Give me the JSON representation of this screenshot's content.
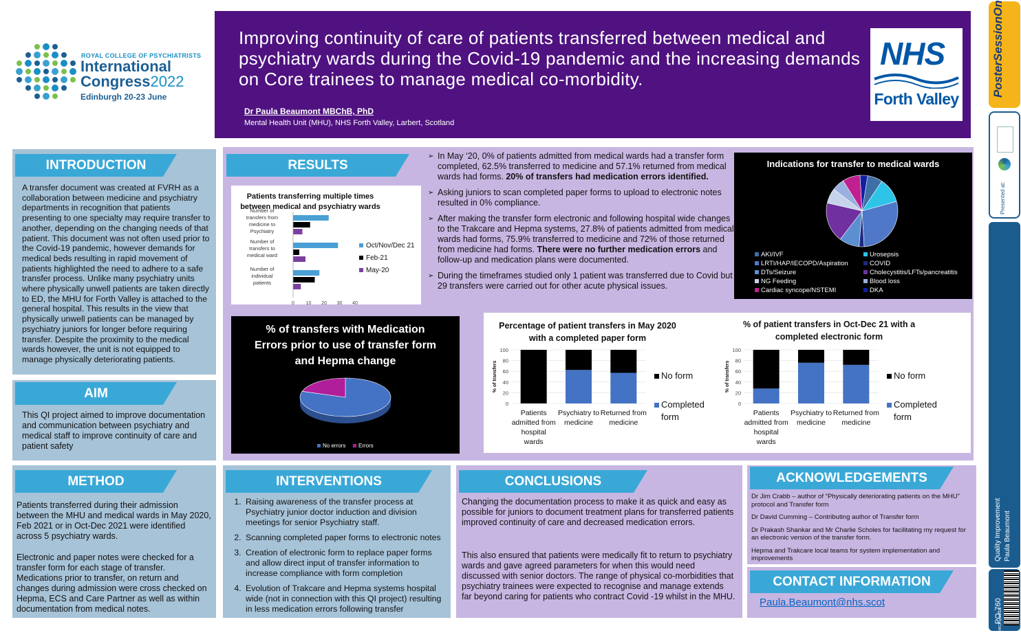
{
  "header": {
    "congress": {
      "org": "ROYAL COLLEGE OF PSYCHIATRISTS",
      "name_line1": "International",
      "name_line2": "Congress",
      "year": "2022",
      "place": "Edinburgh 20-23 June"
    },
    "title": "Improving continuity of care of patients transferred between medical and psychiatry wards during the Covid-19 pandemic and the increasing demands on Core trainees to manage medical co-morbidity.",
    "author": "Dr Paula Beaumont MBChB, PhD",
    "affiliation": "Mental Health Unit (MHU), NHS Forth Valley, Larbert, Scotland",
    "nhs_logo": {
      "nhs": "NHS",
      "region": "Forth Valley"
    }
  },
  "sidebar": {
    "brand": "PosterSessionOnline",
    "presented_at": "Presented at:",
    "category": "Quality Improvement",
    "author": "Paula Beaumont",
    "poster_code": "PO-760",
    "small_code": "#RCPsych2022"
  },
  "introduction": {
    "heading": "INTRODUCTION",
    "text": "A transfer document was created at FVRH as a collaboration between medicine and psychiatry departments in recognition that patients presenting to one specialty may require transfer to another, depending on the changing needs of that patient. This document was not often used prior to the Covid-19 pandemic, however demands for medical beds resulting in rapid movement of patients highlighted the need to adhere to a safe transfer process. Unlike many psychiatry units where physically unwell patients are taken directly to ED, the MHU for Forth Valley is attached to the general hospital. This results in the view that physically unwell patients can be managed by psychiatry juniors for longer before requiring transfer. Despite the proximity to the medical wards however, the unit is not equipped to manage physically deteriorating patients."
  },
  "aim": {
    "heading": "AIM",
    "text": "This QI project aimed to improve documentation and communication between psychiatry and medical staff to improve continuity of care and patient safety"
  },
  "method": {
    "heading": "METHOD",
    "para1": "Patients transferred during their admission between the MHU and medical wards in May 2020, Feb 2021 or in Oct-Dec 2021 were identified across 5 psychiatry wards.",
    "para2": "Electronic and paper notes were checked for a transfer form for each stage of transfer. Medications prior to transfer, on return and changes during admission were cross checked on Hepma, ECS and Care Partner as well as within documentation from medical notes."
  },
  "results": {
    "heading": "RESULTS",
    "bullets": [
      {
        "text": "In May ‘20, 0% of patients admitted from medical wards had a transfer form completed, 62.5% transferred to medicine and 57.1% returned from medical wards had forms. ",
        "bold": "20% of transfers had medication errors identified.",
        "after": ""
      },
      {
        "text": "Asking juniors to scan completed paper forms to upload to electronic notes resulted in 0% compliance.",
        "bold": "",
        "after": ""
      },
      {
        "text": "After making the transfer form electronic and following hospital wide changes to the Trakcare and Hepma systems, 27.8% of patients admitted from medical wards had forms, 75.9% transferred to medicine and 72% of those returned from medicine had forms. ",
        "bold": "There were no further medication errors",
        "after": " and follow-up and medication plans were documented."
      },
      {
        "text": "During the timeframes studied only 1 patient was transferred due to Covid but 29 transfers were carried out for other acute physical issues.",
        "bold": "",
        "after": ""
      }
    ]
  },
  "interventions": {
    "heading": "INTERVENTIONS",
    "items": [
      "Raising awareness of the transfer process at Psychiatry junior doctor induction and division meetings for senior Psychiatry staff.",
      "Scanning completed paper forms to electronic notes",
      "Creation of electronic form to replace paper forms and allow direct input of transfer information to increase compliance with form completion",
      "Evolution of Trakcare and Hepma systems hospital wide (not in connection with this QI project) resulting in less medication errors following transfer"
    ]
  },
  "conclusions": {
    "heading": "CONCLUSIONS",
    "para1": "Changing the documentation process to make it as quick and easy as possible for juniors to document treatment plans for transferred patients improved continuity of care and decreased medication errors.",
    "para2": "This also ensured that patients were medically fit to return to psychiatry wards and gave agreed parameters for when this would need discussed with senior doctors.  The range of physical co-morbidities that psychiatry trainees were expected to recognise and manage extends far beyond caring for patients who contract Covid -19 whilst in the MHU."
  },
  "acknowledgements": {
    "heading": "ACKNOWLEDGEMENTS",
    "items": [
      "Dr Jim Crabb – author of “Physically deteriorating patients on the MHU” protocol and Transfer form",
      "Dr David Cumming – Contributing author of Transfer form",
      "Dr Prakash Shankar and Mr Charlie Scholes for facilitating my request for an electronic version of the transfer form.",
      "Hepma and Trakcare local teams for system implementation and improvements"
    ]
  },
  "contact": {
    "heading": "CONTACT INFORMATION",
    "email": "Paula.Beaumont@nhs.scot",
    "trailing": "."
  },
  "chart_data": [
    {
      "type": "bar",
      "orientation": "horizontal",
      "title": "Patients transferring multiple times between medical and psychiatry wards",
      "categories": [
        "Number of transfers from medicine to Psychiatry",
        "Number of transfers to medical ward",
        "Number of individual patients"
      ],
      "series": [
        {
          "name": "Oct/Nov/Dec 21",
          "color": "#4a9fd5",
          "values": [
            23,
            29,
            17
          ]
        },
        {
          "name": "Feb-21",
          "color": "#000000",
          "values": [
            11,
            4,
            14
          ]
        },
        {
          "name": "May-20",
          "color": "#7b3fa0",
          "values": [
            6,
            8,
            5
          ]
        }
      ],
      "xticks": [
        0,
        10,
        20,
        30,
        40
      ],
      "xlim": [
        0,
        40
      ]
    },
    {
      "type": "pie",
      "title": "% of transfers with Medication Errors prior to use of transfer form and  Hepma change",
      "categories": [
        "No errors",
        "Errors"
      ],
      "values": [
        80,
        20
      ],
      "colors": [
        "#4472c4",
        "#b01e9a"
      ]
    },
    {
      "type": "pie",
      "title": "Indications for transfer to medical wards",
      "categories": [
        "AKI/IVF",
        "Urosepsis",
        "LRTI/HAP/IECOPD/Aspiration",
        "COVID",
        "DTs/Seizure",
        "Cholecystitis/LFTs/pancreatitis",
        "NG Feeding",
        "Blood loss",
        "Cardiac syncope/NSTEMI",
        "DKA"
      ],
      "values": [
        6,
        10,
        25,
        2,
        8,
        16,
        6,
        5,
        7,
        3
      ],
      "colors": [
        "#3e6fa7",
        "#2ec4e8",
        "#5078c8",
        "#1d2a80",
        "#5b8fd0",
        "#7030a0",
        "#c6d3ea",
        "#9ab0de",
        "#c02090",
        "#1020a0"
      ]
    },
    {
      "type": "bar",
      "stacked": true,
      "title": "Percentage of patient transfers in May 2020 with a completed paper form",
      "ylabel": "% of transfers",
      "categories": [
        "Patients admitted from hospital wards",
        "Psychiatry to medicine",
        "Returned from medicine"
      ],
      "series": [
        {
          "name": "No form",
          "color": "#000000",
          "values": [
            100,
            37.5,
            42.9
          ]
        },
        {
          "name": "Completed form",
          "color": "#4472c4",
          "values": [
            0,
            62.5,
            57.1
          ]
        }
      ],
      "ylim": [
        0,
        100
      ],
      "yticks": [
        0,
        20,
        40,
        60,
        80,
        100
      ]
    },
    {
      "type": "bar",
      "stacked": true,
      "title": "% of patient transfers in Oct-Dec 21 with a completed electronic form",
      "ylabel": "% of transfers",
      "categories": [
        "Patients admitted from hospital wards",
        "Psychiatry to medicine",
        "Returned from medicine"
      ],
      "series": [
        {
          "name": "No form",
          "color": "#000000",
          "values": [
            72.2,
            24.1,
            28
          ]
        },
        {
          "name": "Completed form",
          "color": "#4472c4",
          "values": [
            27.8,
            75.9,
            72
          ]
        }
      ],
      "ylim": [
        0,
        100
      ],
      "yticks": [
        0,
        20,
        40,
        60,
        80,
        100
      ]
    }
  ]
}
